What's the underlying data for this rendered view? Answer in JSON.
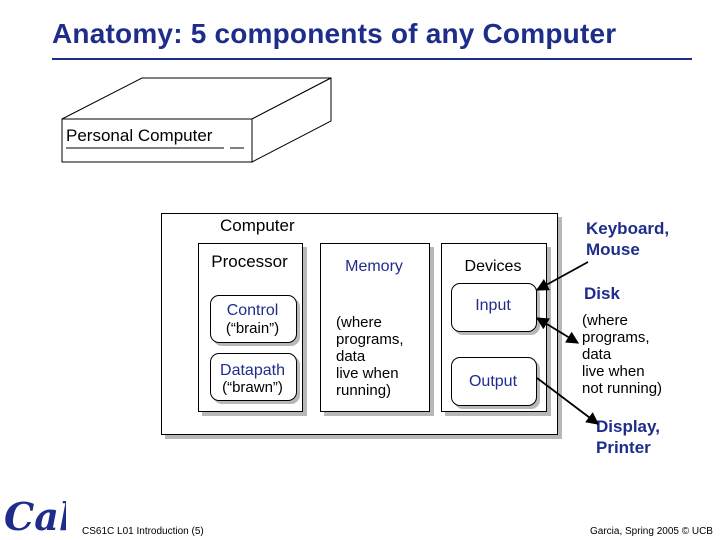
{
  "slide": {
    "title": "Anatomy: 5 components of any Computer",
    "pc_label": "Personal Computer",
    "computer_label": "Computer",
    "processor": {
      "label": "Processor",
      "control": "Control",
      "control_sub": "(“brain”)",
      "datapath": "Datapath",
      "datapath_sub": "(“brawn”)"
    },
    "memory": {
      "label": "Memory",
      "desc_lines": [
        "(where",
        "programs,",
        "data",
        "live when",
        "running)"
      ]
    },
    "devices": {
      "label": "Devices",
      "input": "Input",
      "output": "Output"
    },
    "callouts": {
      "keyboard": [
        "Keyboard,",
        "Mouse"
      ],
      "disk": "Disk",
      "disk_desc_lines": [
        "(where",
        "programs,",
        "data",
        "live when",
        "not running)"
      ],
      "display_lines": [
        "Display,",
        "Printer"
      ]
    },
    "footer": {
      "course": "CS61C L01 Introduction (5)",
      "credit": "Garcia, Spring 2005 © UCB"
    },
    "logo_text": "Cal",
    "colors": {
      "title": "#1f2d8a",
      "logo": "#1f2d8a"
    }
  }
}
